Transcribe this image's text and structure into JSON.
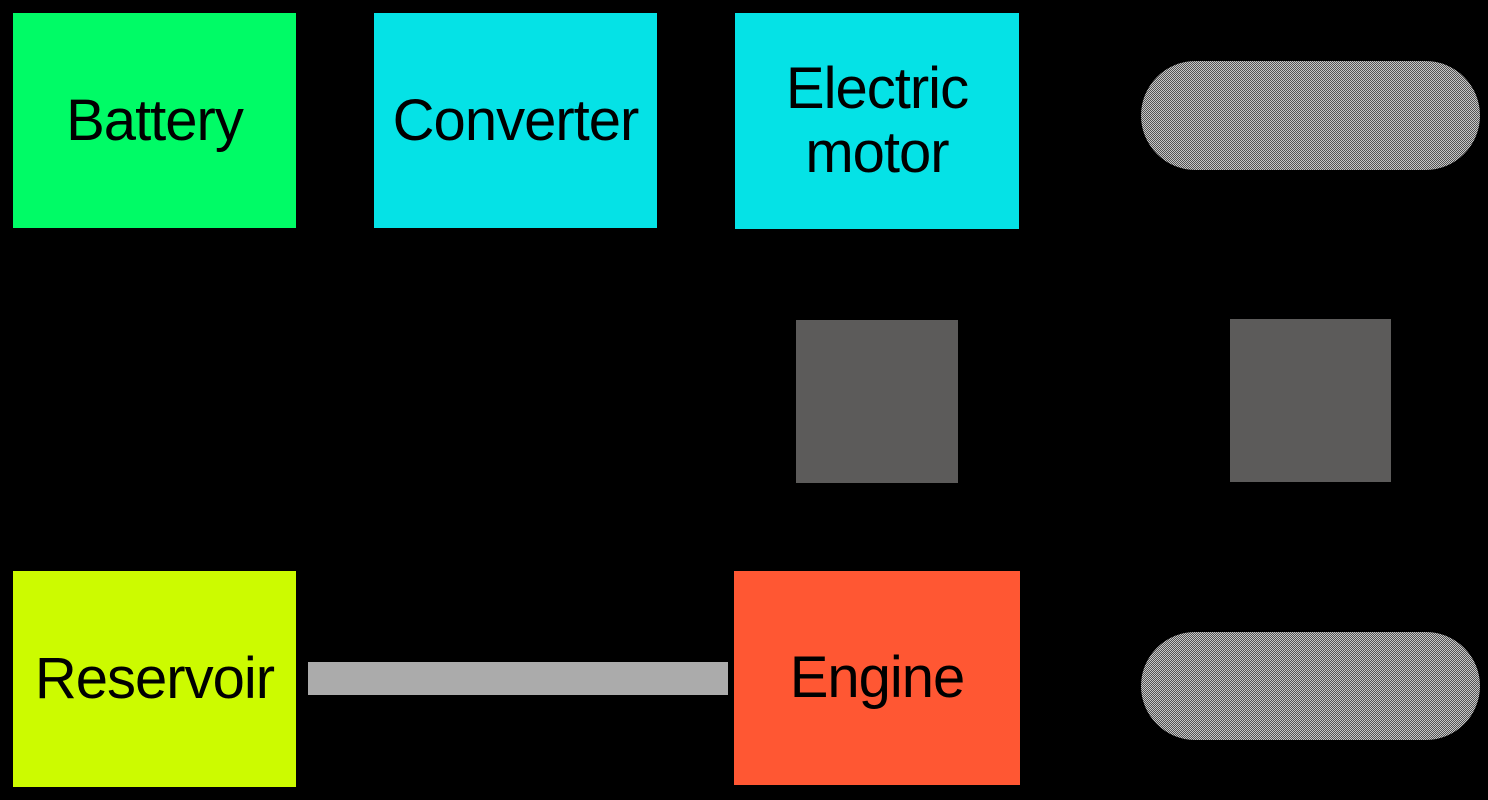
{
  "diagram": {
    "nodes": {
      "battery": {
        "label": "Battery",
        "color": "#00FB66"
      },
      "converter": {
        "label": "Converter",
        "color": "#05E2E6"
      },
      "electric_motor": {
        "label": "Electric\nmotor",
        "color": "#05E2E6"
      },
      "reservoir": {
        "label": "Reservoir",
        "color": "#CCFB00"
      },
      "engine": {
        "label": "Engine",
        "color": "#FF5733"
      }
    },
    "shapes": {
      "gray_square_color": "#5C5B5A",
      "connector_bar_color": "#ABABAB",
      "pill_dither_dark": "#545454",
      "pill_dither_light": "#C8C8C8"
    },
    "colors": {
      "background": "#000000",
      "label_text": "#000000"
    }
  }
}
